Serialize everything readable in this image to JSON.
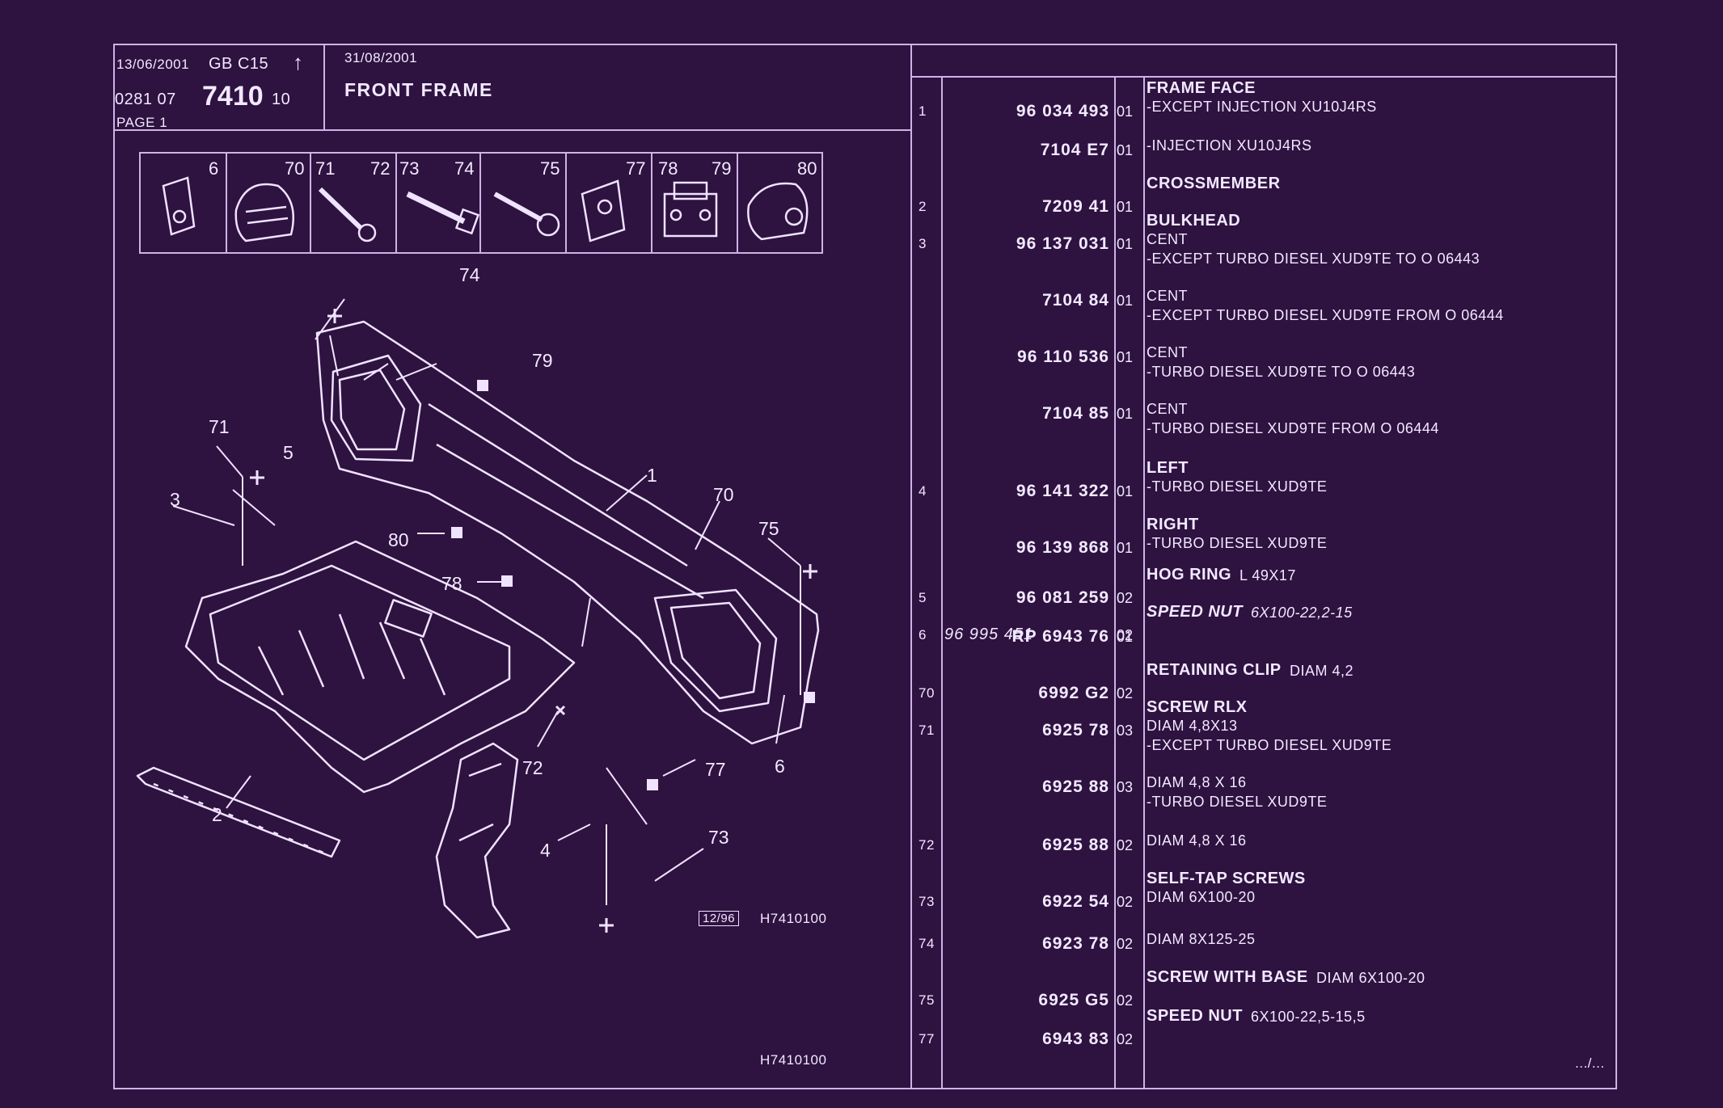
{
  "header": {
    "date1": "13/06/2001",
    "lang_model": "GB  C15",
    "arrow": "↑",
    "code_prefix": "0281  07",
    "code_main": "7410",
    "code_suffix": "10",
    "page": "PAGE  1",
    "date2": "31/08/2001",
    "title": "FRONT FRAME"
  },
  "thumbnails": [
    "6",
    "70",
    "71",
    "72",
    "73",
    "74",
    "75",
    "77",
    "78",
    "79",
    "80"
  ],
  "diagram": {
    "callouts": [
      "74",
      "79",
      "71",
      "5",
      "3",
      "1",
      "70",
      "80",
      "78",
      "75",
      "72",
      "77",
      "6",
      "2",
      "4",
      "73"
    ],
    "stamp_date": "12/96",
    "stamp_code": "H7410100",
    "footer_code": "H7410100"
  },
  "parts": [
    {
      "ref": "1",
      "number": "96 034 493",
      "qty": "01",
      "name": "FRAME FACE",
      "lines": [
        "-EXCEPT  INJECTION XU10J4RS"
      ]
    },
    {
      "ref": "",
      "number": "7104 E7",
      "qty": "01",
      "name": "",
      "lines": [
        "-INJECTION XU10J4RS"
      ]
    },
    {
      "ref": "2",
      "number": "7209 41",
      "qty": "01",
      "name": "CROSSMEMBER",
      "lines": []
    },
    {
      "ref": "3",
      "number": "96 137 031",
      "qty": "01",
      "name": "BULKHEAD",
      "lines": [
        "CENT",
        "-EXCEPT  TURBO DIESEL XUD9TE TO  O  06443"
      ]
    },
    {
      "ref": "",
      "number": "7104 84",
      "qty": "01",
      "name": "",
      "lines": [
        "CENT",
        "-EXCEPT  TURBO DIESEL XUD9TE FROM  O  06444"
      ]
    },
    {
      "ref": "",
      "number": "96 110 536",
      "qty": "01",
      "name": "",
      "lines": [
        "CENT",
        "-TURBO DIESEL XUD9TE TO  O  06443"
      ]
    },
    {
      "ref": "",
      "number": "7104 85",
      "qty": "01",
      "name": "",
      "lines": [
        "CENT",
        "-TURBO DIESEL XUD9TE FROM  O  06444"
      ]
    },
    {
      "ref": "4",
      "number": "96 141 322",
      "qty": "01",
      "name": "LEFT",
      "lines": [
        "-TURBO DIESEL XUD9TE"
      ]
    },
    {
      "ref": "",
      "number": "96 139 868",
      "qty": "01",
      "name": "RIGHT",
      "lines": [
        "-TURBO DIESEL XUD9TE"
      ]
    },
    {
      "ref": "5",
      "number": "96 081 259",
      "qty": "02",
      "name": "HOG RING",
      "lines": [
        "L  49X17"
      ]
    },
    {
      "ref": "6",
      "number": "96 995 451",
      "qty": "02",
      "name": "SPEED NUT",
      "lines": [
        "6X100-22,2-15"
      ]
    },
    {
      "ref": "",
      "number": "RP  6943 76",
      "qty": "01",
      "name": "",
      "lines": []
    },
    {
      "ref": "70",
      "number": "6992 G2",
      "qty": "02",
      "name": "RETAINING CLIP",
      "lines": [
        "DIAM 4,2"
      ]
    },
    {
      "ref": "71",
      "number": "6925 78",
      "qty": "03",
      "name": "SCREW RLX",
      "lines": [
        "DIAM 4,8X13",
        "-EXCEPT  TURBO DIESEL XUD9TE"
      ]
    },
    {
      "ref": "",
      "number": "6925 88",
      "qty": "03",
      "name": "",
      "lines": [
        "DIAM 4,8 X 16",
        "-TURBO DIESEL XUD9TE"
      ]
    },
    {
      "ref": "72",
      "number": "6925 88",
      "qty": "02",
      "name": "",
      "lines": [
        "DIAM 4,8 X 16"
      ]
    },
    {
      "ref": "73",
      "number": "6922 54",
      "qty": "02",
      "name": "SELF-TAP SCREWS",
      "lines": [
        "DIAM 6X100-20"
      ]
    },
    {
      "ref": "74",
      "number": "6923 78",
      "qty": "02",
      "name": "",
      "lines": [
        "DIAM 8X125-25"
      ]
    },
    {
      "ref": "75",
      "number": "6925 G5",
      "qty": "02",
      "name": "SCREW WITH BASE",
      "lines": [
        "DIAM 6X100-20"
      ]
    },
    {
      "ref": "77",
      "number": "6943 83",
      "qty": "02",
      "name": "SPEED NUT",
      "lines": [
        "6X100-22,5-15,5"
      ]
    }
  ],
  "continued": ".../..."
}
